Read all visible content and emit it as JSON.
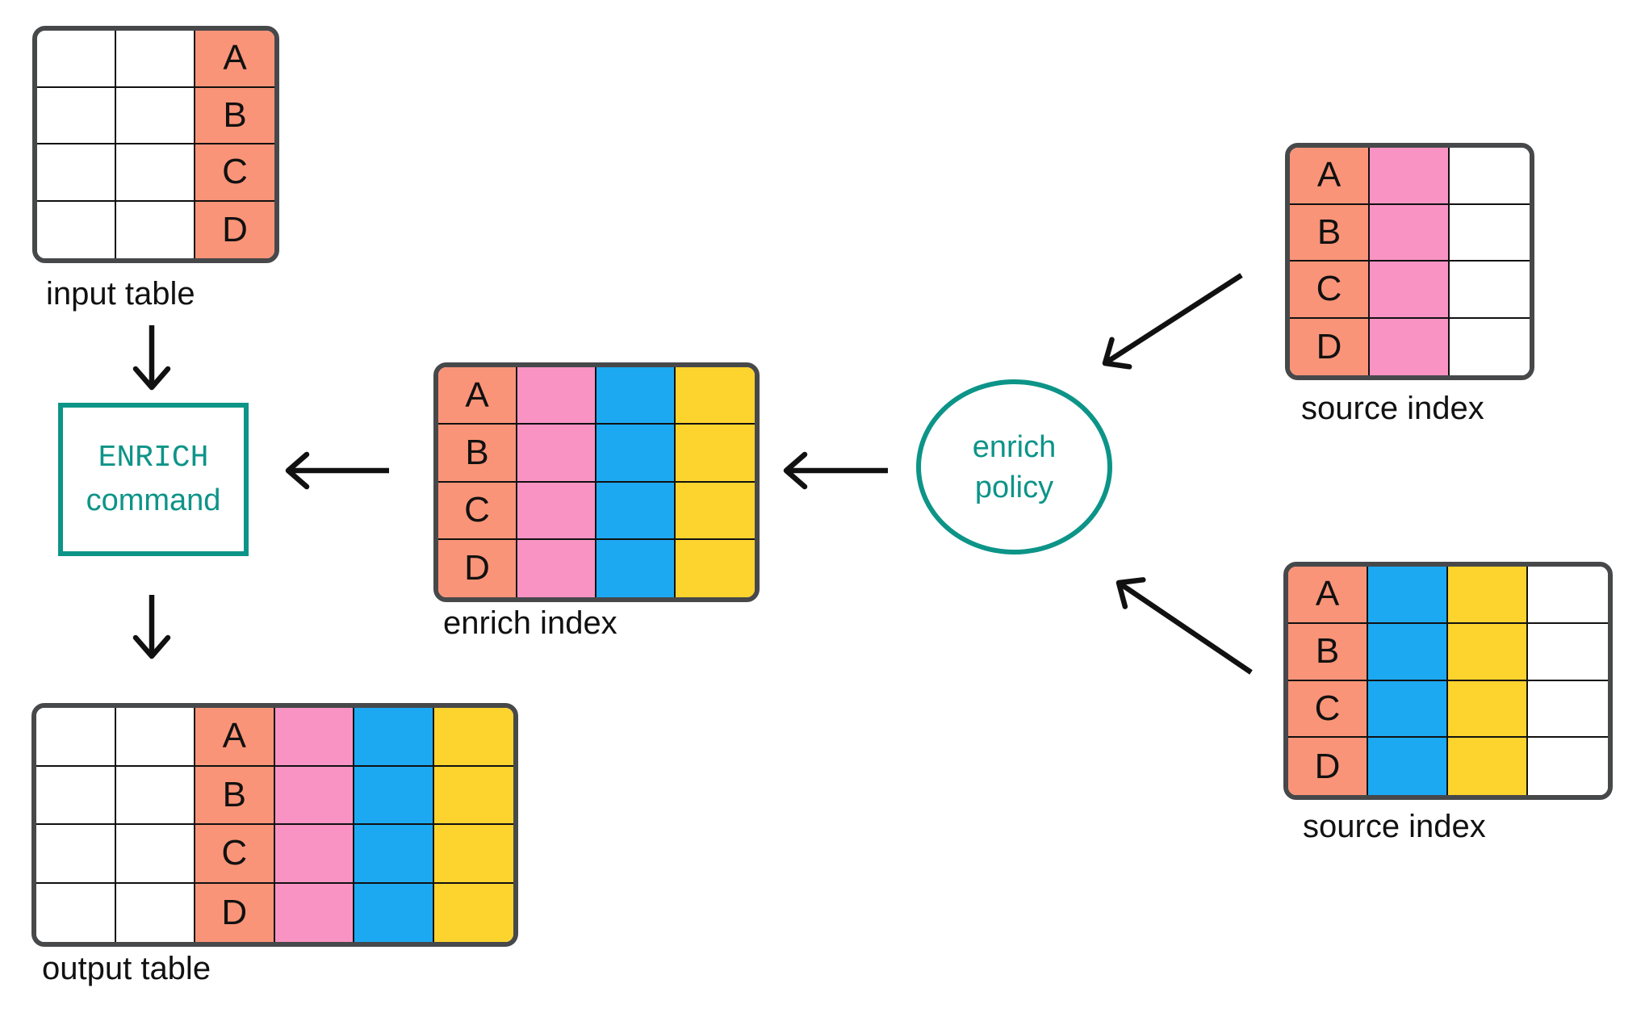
{
  "colors": {
    "salmon": "#FA9478",
    "pink": "#F893C4",
    "blue": "#1CA9F2",
    "yellow": "#FDD32E",
    "white": "#FFFFFF",
    "teal": "#0D9488",
    "table_border": "#47484A",
    "cell_border": "#111111",
    "arrow": "#111111"
  },
  "nodes": {
    "input_table": {
      "label": "input table",
      "rows": [
        "A",
        "B",
        "C",
        "D"
      ],
      "columns": [
        {
          "color": "white"
        },
        {
          "color": "white"
        },
        {
          "color": "salmon",
          "has_letters": true
        }
      ]
    },
    "enrich_command": {
      "line1": "ENRICH",
      "line2": "command"
    },
    "output_table": {
      "label": "output table",
      "rows": [
        "A",
        "B",
        "C",
        "D"
      ],
      "columns": [
        {
          "color": "white"
        },
        {
          "color": "white"
        },
        {
          "color": "salmon",
          "has_letters": true
        },
        {
          "color": "pink"
        },
        {
          "color": "blue"
        },
        {
          "color": "yellow"
        }
      ]
    },
    "enrich_index": {
      "label": "enrich index",
      "rows": [
        "A",
        "B",
        "C",
        "D"
      ],
      "columns": [
        {
          "color": "salmon",
          "has_letters": true
        },
        {
          "color": "pink"
        },
        {
          "color": "blue"
        },
        {
          "color": "yellow"
        }
      ]
    },
    "enrich_policy": {
      "line1": "enrich",
      "line2": "policy"
    },
    "source_index_top": {
      "label": "source index",
      "rows": [
        "A",
        "B",
        "C",
        "D"
      ],
      "columns": [
        {
          "color": "salmon",
          "has_letters": true
        },
        {
          "color": "pink"
        },
        {
          "color": "white"
        }
      ]
    },
    "source_index_bottom": {
      "label": "source index",
      "rows": [
        "A",
        "B",
        "C",
        "D"
      ],
      "columns": [
        {
          "color": "salmon",
          "has_letters": true
        },
        {
          "color": "blue"
        },
        {
          "color": "yellow"
        },
        {
          "color": "white"
        }
      ]
    }
  },
  "flow": [
    {
      "from": "input_table",
      "to": "enrich_command"
    },
    {
      "from": "enrich_index",
      "to": "enrich_command"
    },
    {
      "from": "enrich_policy",
      "to": "enrich_index"
    },
    {
      "from": "source_index_top",
      "to": "enrich_policy"
    },
    {
      "from": "source_index_bottom",
      "to": "enrich_policy"
    },
    {
      "from": "enrich_command",
      "to": "output_table"
    }
  ]
}
